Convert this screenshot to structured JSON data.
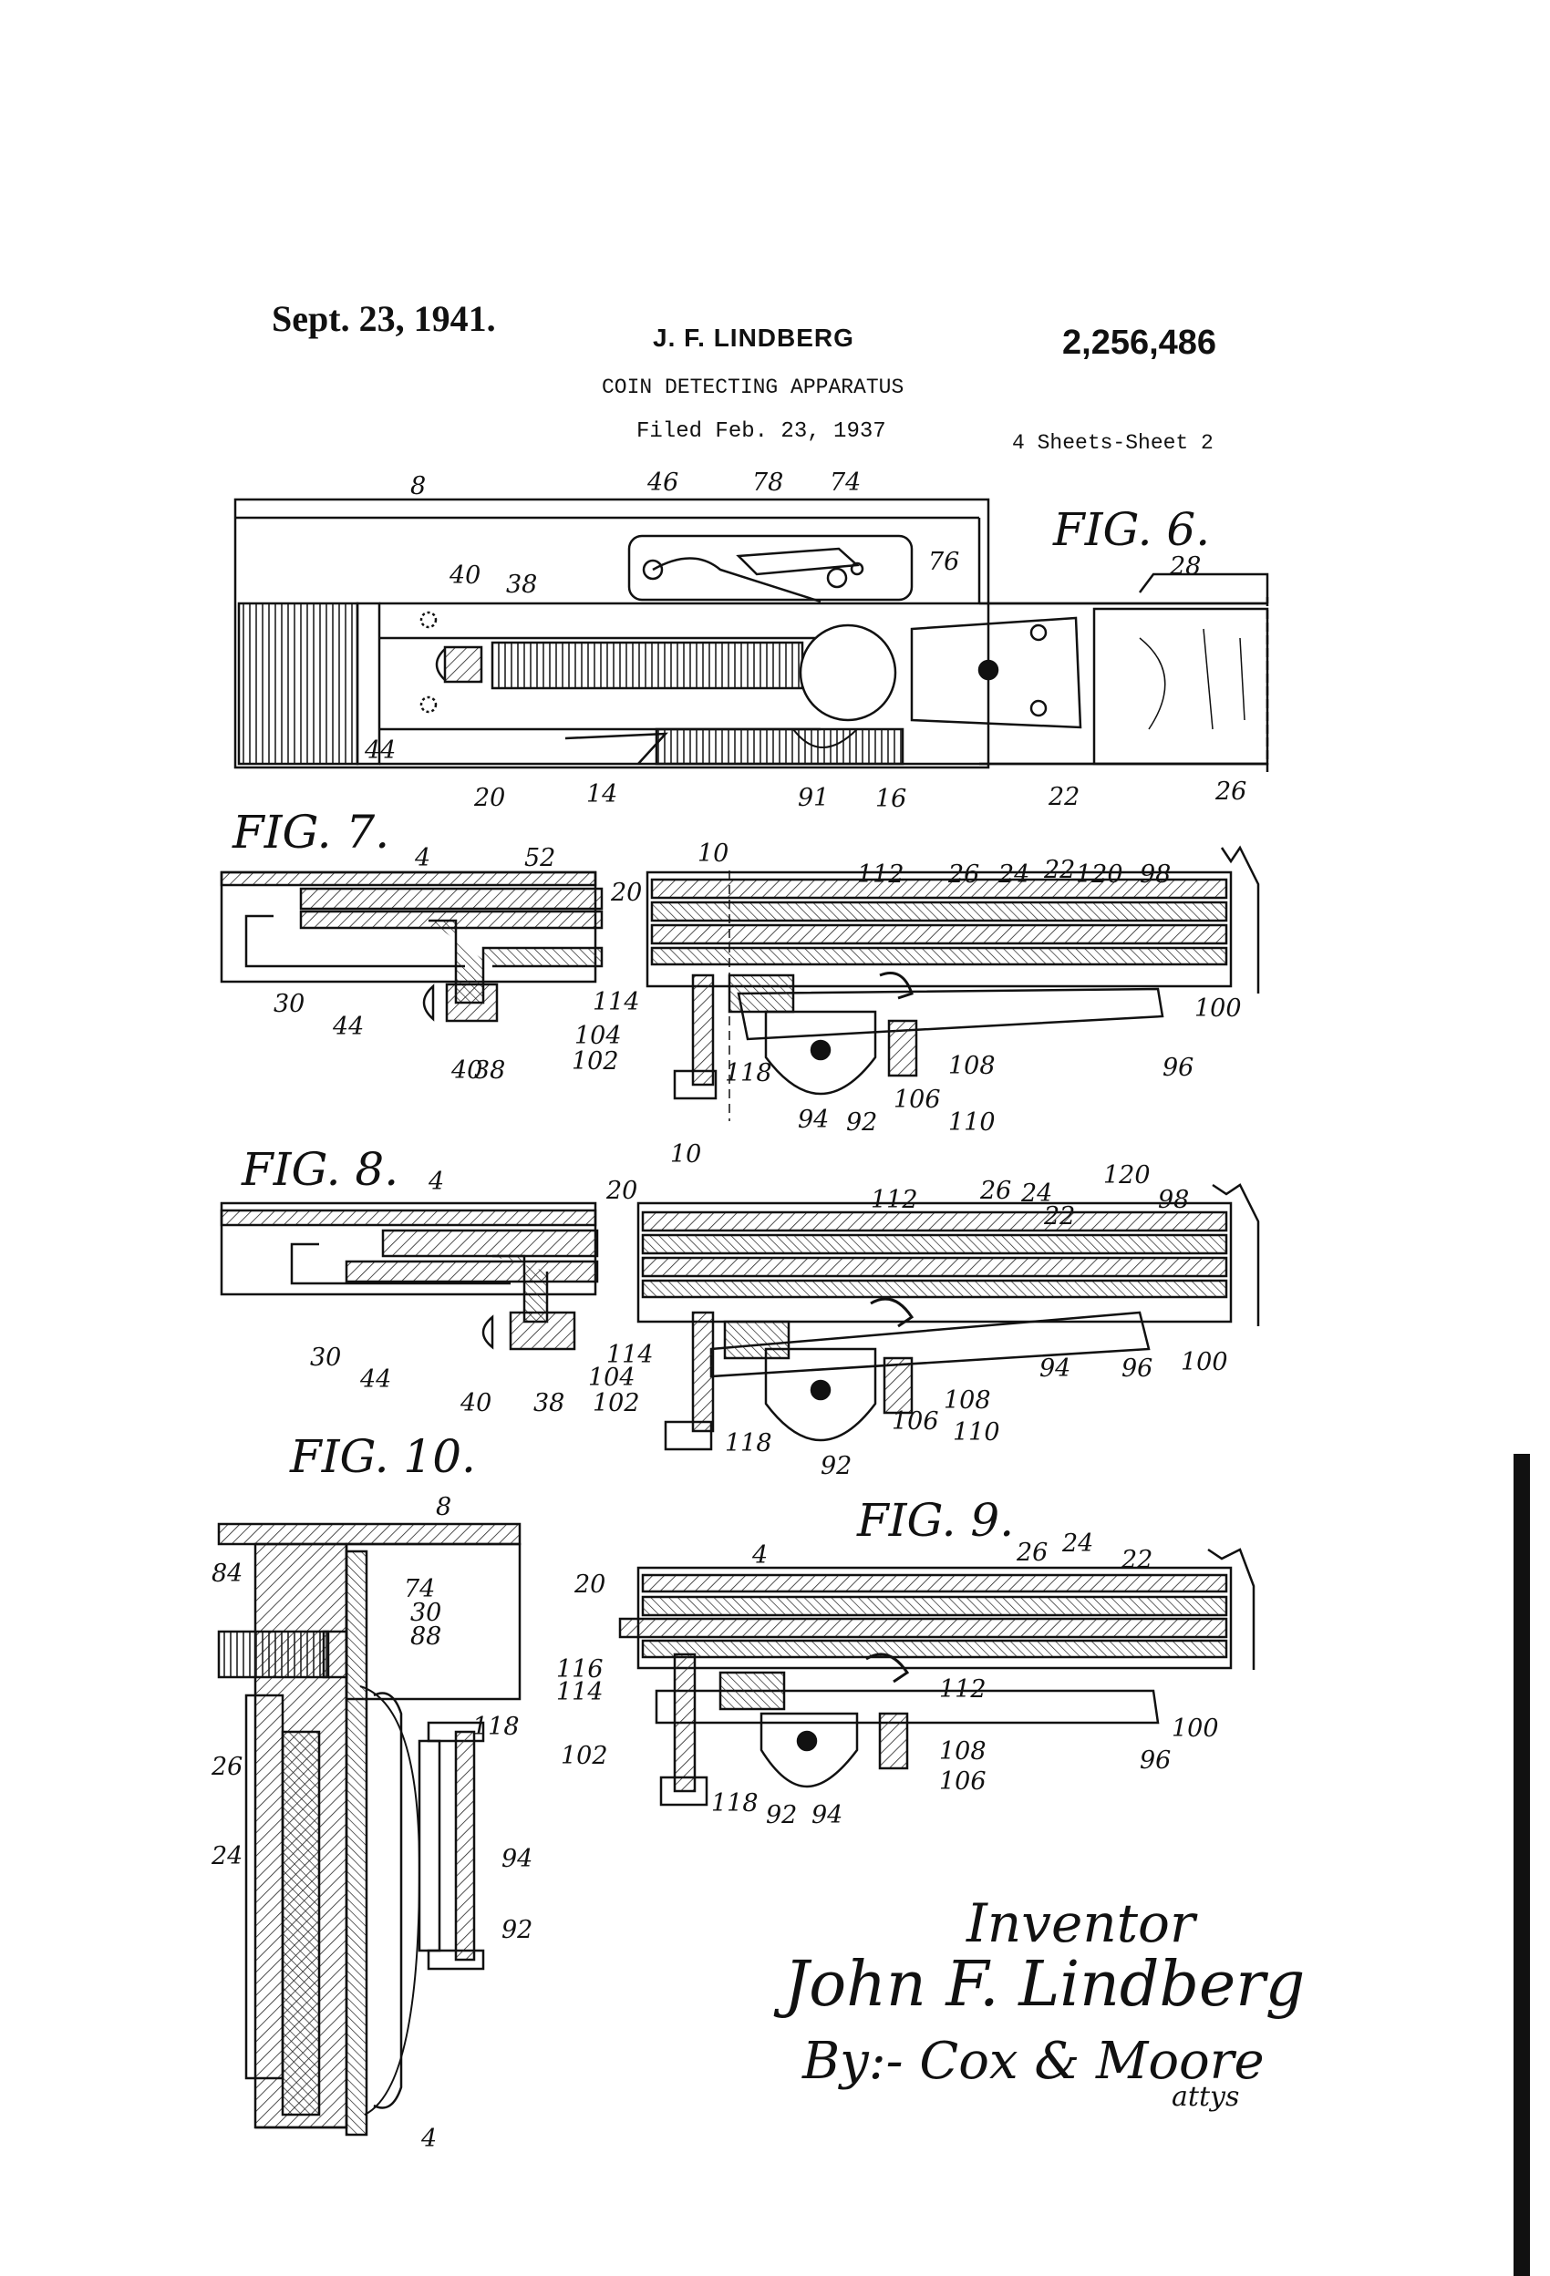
{
  "header": {
    "date": "Sept. 23, 1941.",
    "inventor_name": "J. F. LINDBERG",
    "patent_number": "2,256,486",
    "title": "COIN DETECTING APPARATUS",
    "filed": "Filed Feb. 23, 1937",
    "sheet": "4 Sheets-Sheet 2"
  },
  "figures": {
    "fig6": {
      "label": "FIG. 6.",
      "refs": [
        "8",
        "46",
        "78",
        "74",
        "76",
        "28",
        "40",
        "38",
        "44",
        "20",
        "14",
        "91",
        "16",
        "22",
        "26"
      ]
    },
    "fig7": {
      "label": "FIG. 7.",
      "refs": [
        "4",
        "52",
        "20",
        "10",
        "112",
        "26",
        "24",
        "22",
        "120",
        "98",
        "30",
        "44",
        "40",
        "38",
        "114",
        "104",
        "102",
        "118",
        "94",
        "92",
        "106",
        "110",
        "108",
        "100",
        "96",
        "10"
      ]
    },
    "fig8": {
      "label": "FIG. 8.",
      "refs": [
        "4",
        "20",
        "112",
        "26",
        "24",
        "22",
        "120",
        "98",
        "30",
        "44",
        "40",
        "38",
        "114",
        "104",
        "102",
        "118",
        "92",
        "106",
        "110",
        "108",
        "94",
        "96",
        "100"
      ]
    },
    "fig9": {
      "label": "FIG. 9.",
      "refs": [
        "4",
        "26",
        "24",
        "22",
        "20",
        "116",
        "114",
        "112",
        "102",
        "118",
        "92",
        "94",
        "108",
        "106",
        "96",
        "100"
      ]
    },
    "fig10": {
      "label": "FIG. 10.",
      "refs": [
        "8",
        "84",
        "74",
        "30",
        "88",
        "118",
        "26",
        "24",
        "94",
        "92",
        "4"
      ]
    }
  },
  "signature": {
    "caption": "Inventor",
    "name": "John F. Lindberg",
    "attorneys": "By:- Cox & Moore",
    "attys": "attys"
  }
}
